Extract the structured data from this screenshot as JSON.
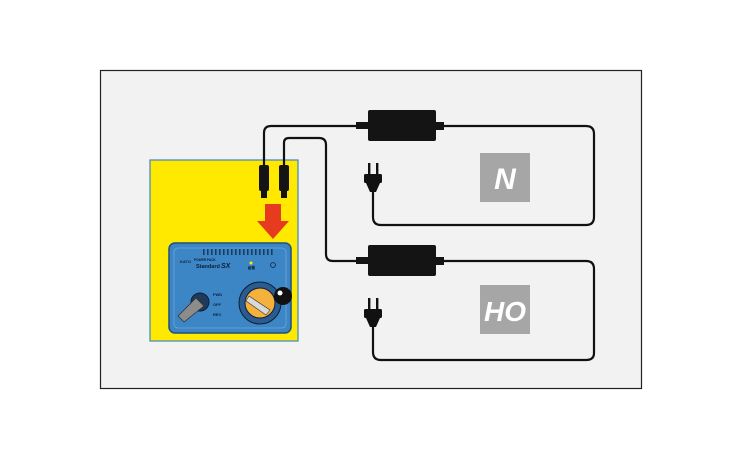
{
  "device": {
    "brand": "KATO",
    "model_line": "POWER PACK",
    "model_name": "Standard",
    "model_suffix": "SX",
    "control_labels": [
      "FWD",
      "OFF",
      "REV"
    ],
    "small_label": "給電"
  },
  "scales": {
    "n_label": "N",
    "ho_label": "HO"
  },
  "colors": {
    "frame_background": "#f2f2f2",
    "panel_yellow": "#ffe900",
    "device_blue": "#3d86c6",
    "arrow_red": "#e63b1e",
    "scale_box": "#a6a6a6",
    "cable": "#111111"
  }
}
